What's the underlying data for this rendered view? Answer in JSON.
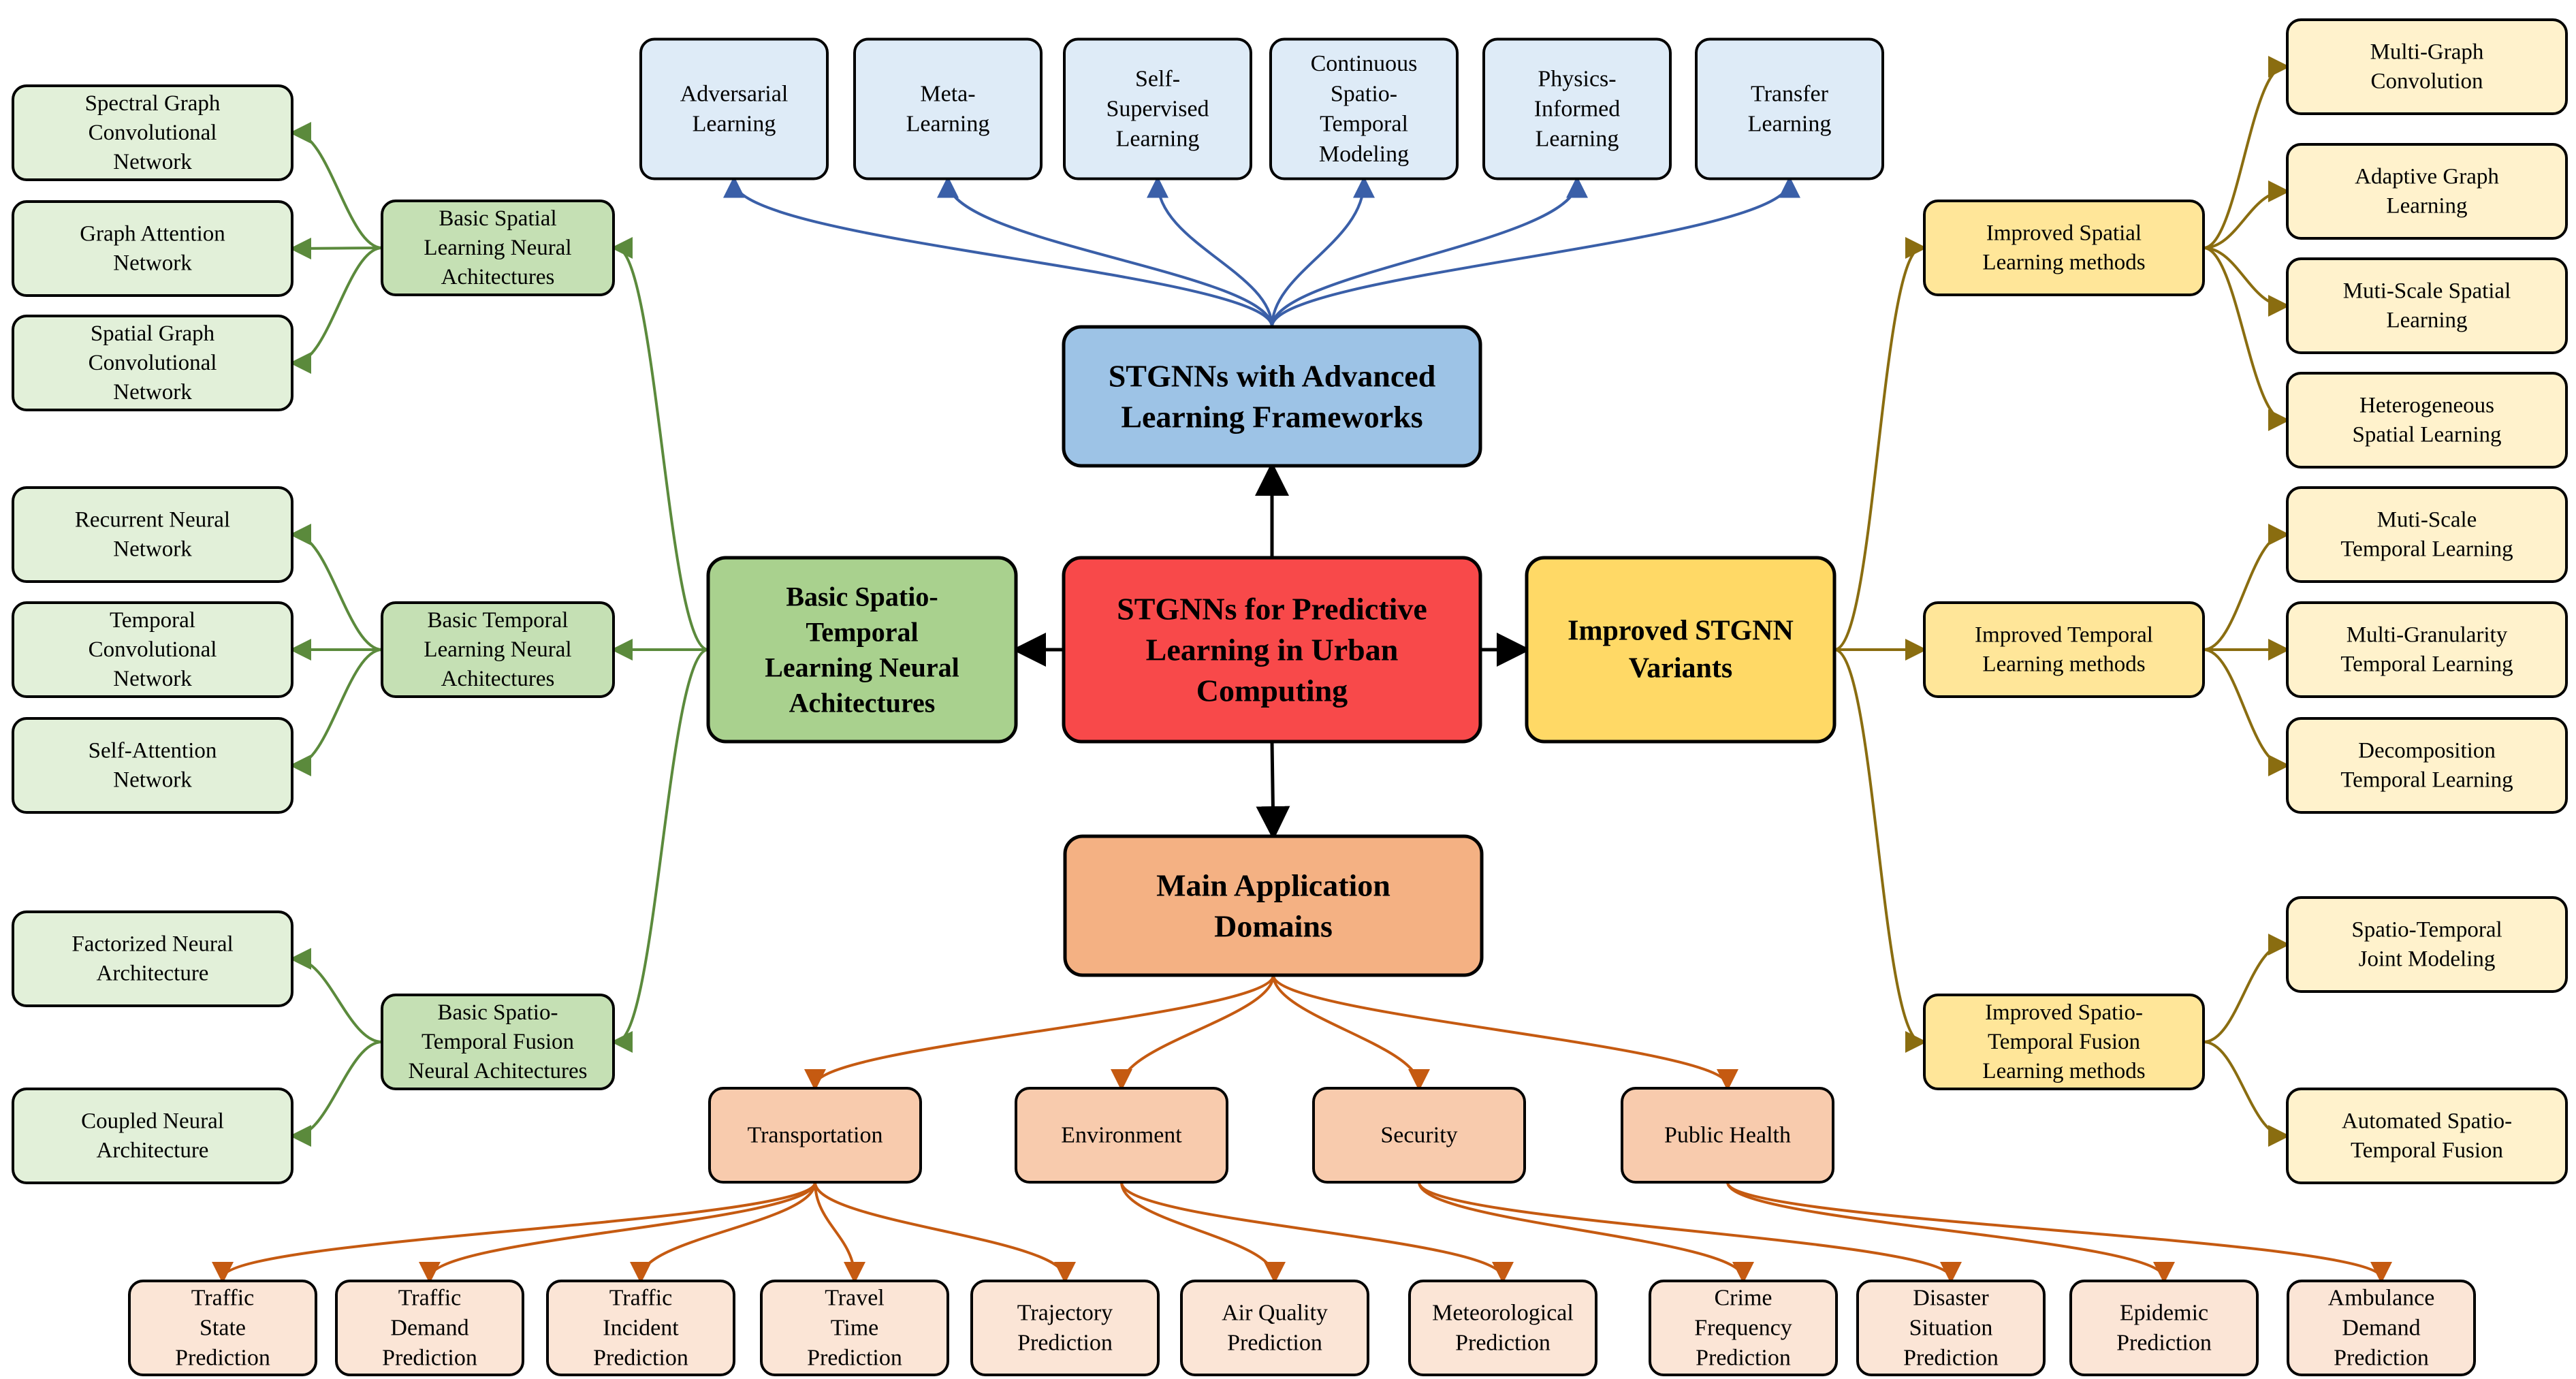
{
  "center": {
    "lines": [
      "STGNNs for Predictive",
      "Learning in Urban",
      "Computing"
    ],
    "color": "#f8494a"
  },
  "advanced": {
    "title_lines": [
      "STGNNs with Advanced",
      "Learning Frameworks"
    ],
    "color": "#9dc3e6",
    "leaf_color": "#deebf7",
    "edge_color": "#3a5fa8",
    "items": [
      {
        "lines": [
          "Adversarial",
          "Learning"
        ]
      },
      {
        "lines": [
          "Meta-",
          "Learning"
        ]
      },
      {
        "lines": [
          "Self-",
          "Supervised",
          "Learning"
        ]
      },
      {
        "lines": [
          "Continuous",
          "Spatio-",
          "Temporal",
          "Modeling"
        ]
      },
      {
        "lines": [
          "Physics-",
          "Informed",
          "Learning"
        ]
      },
      {
        "lines": [
          "Transfer",
          "Learning"
        ]
      }
    ]
  },
  "basic": {
    "title_lines": [
      "Basic Spatio-",
      "Temporal",
      "Learning Neural",
      "Achitectures"
    ],
    "color": "#a9d18e",
    "mid_color": "#c5e0b4",
    "leaf_color": "#e2f0d9",
    "edge_color": "#5b8a3c",
    "groups": [
      {
        "lines": [
          "Basic Spatial",
          "Learning Neural",
          "Achitectures"
        ],
        "children": [
          {
            "lines": [
              "Spectral  Graph",
              "Convolutional",
              "Network"
            ]
          },
          {
            "lines": [
              "Graph Attention",
              "Network"
            ]
          },
          {
            "lines": [
              "Spatial Graph",
              "Convolutional",
              "Network"
            ]
          }
        ]
      },
      {
        "lines": [
          "Basic Temporal",
          "Learning Neural",
          "Achitectures"
        ],
        "children": [
          {
            "lines": [
              "Recurrent Neural",
              "Network"
            ]
          },
          {
            "lines": [
              "Temporal",
              "Convolutional",
              "Network"
            ]
          },
          {
            "lines": [
              "Self-Attention",
              "Network"
            ]
          }
        ]
      },
      {
        "lines": [
          "Basic Spatio-",
          "Temporal Fusion",
          "Neural Achitectures"
        ],
        "children": [
          {
            "lines": [
              "Factorized Neural",
              "Architecture"
            ]
          },
          {
            "lines": [
              "Coupled Neural",
              "Architecture"
            ]
          }
        ]
      }
    ]
  },
  "improved": {
    "title_lines": [
      "Improved STGNN",
      "Variants"
    ],
    "color": "#ffd966",
    "mid_color": "#ffe699",
    "leaf_color": "#fff2cc",
    "edge_color": "#8a6d10",
    "groups": [
      {
        "lines": [
          "Improved Spatial",
          "Learning methods"
        ],
        "children": [
          {
            "lines": [
              "Multi-Graph",
              "Convolution"
            ]
          },
          {
            "lines": [
              "Adaptive Graph",
              "Learning"
            ]
          },
          {
            "lines": [
              "Muti-Scale Spatial",
              "Learning"
            ]
          },
          {
            "lines": [
              "Heterogeneous",
              "Spatial Learning"
            ]
          }
        ]
      },
      {
        "lines": [
          "Improved Temporal",
          "Learning methods"
        ],
        "children": [
          {
            "lines": [
              "Muti-Scale",
              "Temporal Learning"
            ]
          },
          {
            "lines": [
              "Multi-Granularity",
              "Temporal Learning"
            ]
          },
          {
            "lines": [
              "Decomposition",
              "Temporal Learning"
            ]
          }
        ]
      },
      {
        "lines": [
          "Improved Spatio-",
          "Temporal Fusion",
          "Learning methods"
        ],
        "children": [
          {
            "lines": [
              "Spatio-Temporal",
              "Joint Modeling"
            ]
          },
          {
            "lines": [
              "Automated Spatio-",
              "Temporal Fusion"
            ]
          }
        ]
      }
    ]
  },
  "applications": {
    "title_lines": [
      "Main Application",
      "Domains"
    ],
    "color": "#f4b183",
    "mid_color": "#f8cbad",
    "leaf_color": "#fbe5d6",
    "edge_color": "#c55a11",
    "domains": [
      {
        "lines": [
          "Transportation"
        ],
        "children": [
          {
            "lines": [
              "Traffic",
              "State",
              "Prediction"
            ]
          },
          {
            "lines": [
              "Traffic",
              "Demand",
              "Prediction"
            ]
          },
          {
            "lines": [
              "Traffic",
              "Incident",
              "Prediction"
            ]
          },
          {
            "lines": [
              "Travel",
              "Time",
              "Prediction"
            ]
          },
          {
            "lines": [
              "Trajectory",
              "Prediction"
            ]
          }
        ]
      },
      {
        "lines": [
          "Environment"
        ],
        "children": [
          {
            "lines": [
              "Air Quality",
              "Prediction"
            ]
          },
          {
            "lines": [
              "Meteorological",
              "Prediction"
            ]
          }
        ]
      },
      {
        "lines": [
          "Security"
        ],
        "children": [
          {
            "lines": [
              "Crime",
              "Frequency",
              "Prediction"
            ]
          },
          {
            "lines": [
              "Disaster",
              "Situation",
              "Prediction"
            ]
          }
        ]
      },
      {
        "lines": [
          "Public Health"
        ],
        "children": [
          {
            "lines": [
              "Epidemic",
              "Prediction"
            ]
          },
          {
            "lines": [
              "Ambulance",
              "Demand",
              "Prediction"
            ]
          }
        ]
      }
    ]
  }
}
